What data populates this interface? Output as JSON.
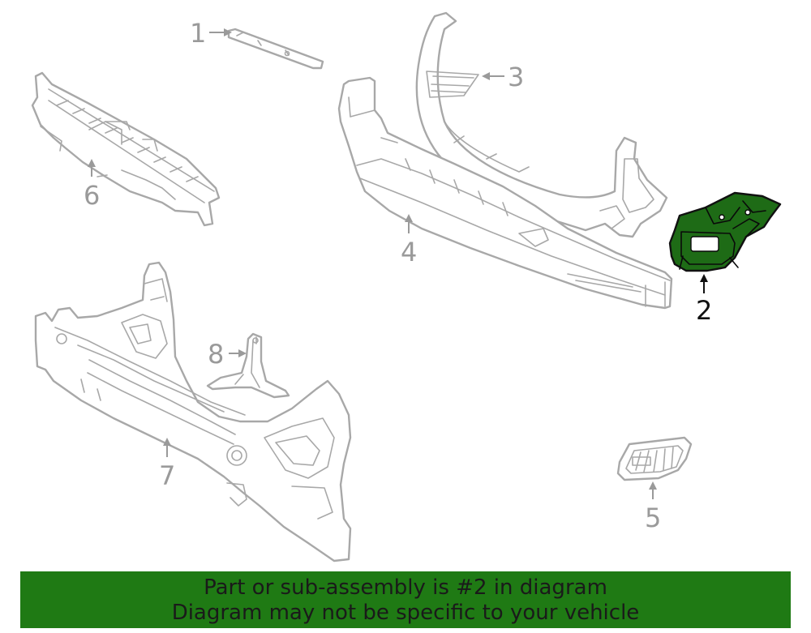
{
  "callouts": [
    {
      "number": "1",
      "highlighted": false
    },
    {
      "number": "2",
      "highlighted": true
    },
    {
      "number": "3",
      "highlighted": false
    },
    {
      "number": "4",
      "highlighted": false
    },
    {
      "number": "5",
      "highlighted": false
    },
    {
      "number": "6",
      "highlighted": false
    },
    {
      "number": "7",
      "highlighted": false
    },
    {
      "number": "8",
      "highlighted": false
    }
  ],
  "colors": {
    "highlight_fill": "#1e6b16",
    "banner_bg": "#1f7a14",
    "line_gray": "#a8a8a8"
  },
  "banner": {
    "line1": "Part or sub-assembly is #2 in diagram",
    "line2": "Diagram may not be specific to your vehicle"
  }
}
